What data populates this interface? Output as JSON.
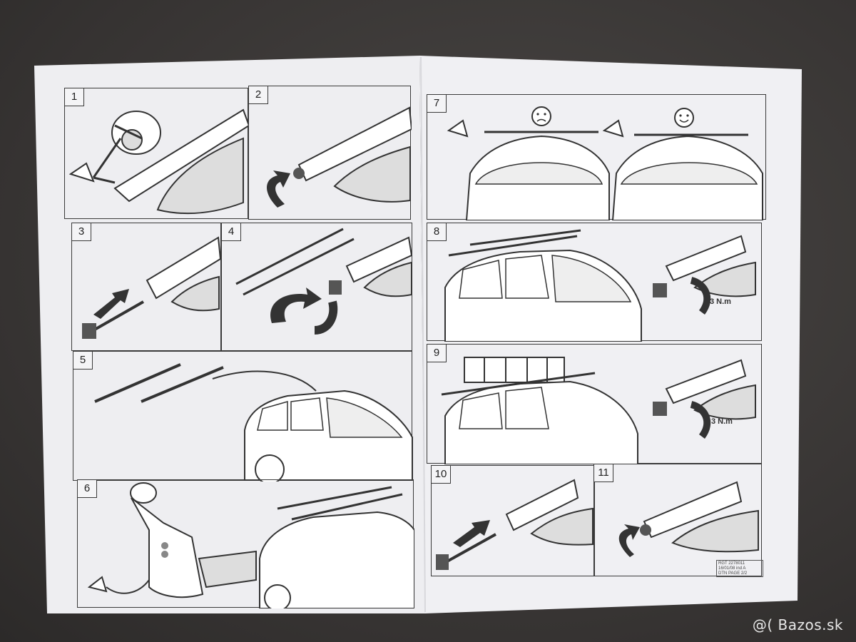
{
  "left_sheet_panels": [
    "1",
    "2",
    "3",
    "4",
    "5",
    "6"
  ],
  "right_sheet_panels": [
    "7",
    "8",
    "9",
    "10",
    "11"
  ],
  "torque_label_8": "3 N.m",
  "torque_label_9": "3 N.m",
  "reference_lines": [
    "RGT 2278011",
    "16/01/08 ind A",
    "DTN PAGE 2/2"
  ],
  "watermark": "@( Bazos.sk"
}
